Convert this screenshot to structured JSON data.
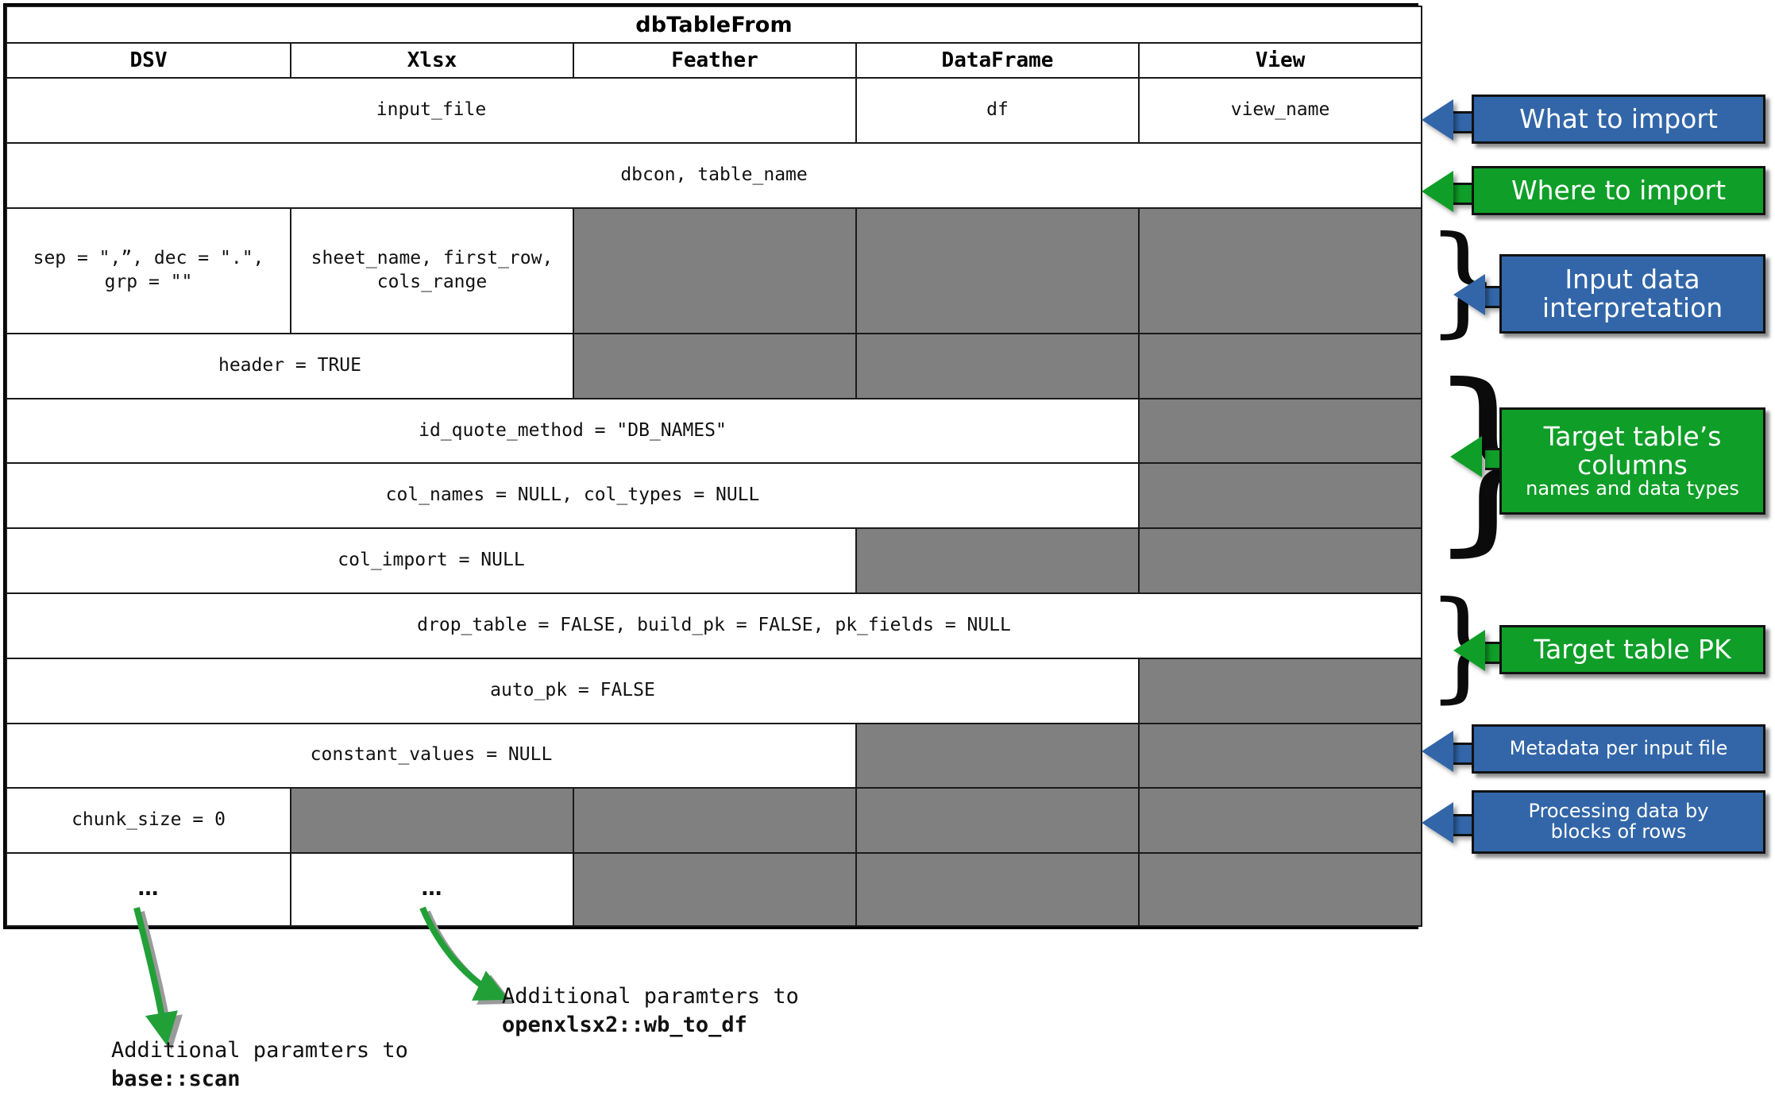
{
  "table": {
    "title": "dbTableFrom",
    "columns": [
      "DSV",
      "Xlsx",
      "Feather",
      "DataFrame",
      "View"
    ],
    "rows": [
      {
        "name": "what-to-import",
        "cells": [
          {
            "text": "input_file",
            "span": 3,
            "shaded": false
          },
          {
            "text": "df",
            "span": 1,
            "shaded": false
          },
          {
            "text": "view_name",
            "span": 1,
            "shaded": false
          }
        ]
      },
      {
        "name": "where-to-import",
        "cells": [
          {
            "text": "dbcon, table_name",
            "span": 5,
            "shaded": false
          }
        ]
      },
      {
        "name": "input-interpretation-1",
        "cells": [
          {
            "text": "sep = \",”, dec = \".\",\ngrp = \"\"",
            "span": 1,
            "shaded": false
          },
          {
            "text": "sheet_name, first_row,\ncols_range",
            "span": 1,
            "shaded": false
          },
          {
            "text": "",
            "span": 1,
            "shaded": true
          },
          {
            "text": "",
            "span": 1,
            "shaded": true
          },
          {
            "text": "",
            "span": 1,
            "shaded": true
          }
        ]
      },
      {
        "name": "input-interpretation-2",
        "cells": [
          {
            "text": "header = TRUE",
            "span": 2,
            "shaded": false
          },
          {
            "text": "",
            "span": 1,
            "shaded": true
          },
          {
            "text": "",
            "span": 1,
            "shaded": true
          },
          {
            "text": "",
            "span": 1,
            "shaded": true
          }
        ]
      },
      {
        "name": "id-quote-method",
        "cells": [
          {
            "text": "id_quote_method = \"DB_NAMES\"",
            "span": 4,
            "shaded": false
          },
          {
            "text": "",
            "span": 1,
            "shaded": true
          }
        ]
      },
      {
        "name": "col-names-types",
        "cells": [
          {
            "text": "col_names = NULL, col_types = NULL",
            "span": 4,
            "shaded": false
          },
          {
            "text": "",
            "span": 1,
            "shaded": true
          }
        ]
      },
      {
        "name": "col-import",
        "cells": [
          {
            "text": "col_import = NULL",
            "span": 3,
            "shaded": false
          },
          {
            "text": "",
            "span": 1,
            "shaded": true
          },
          {
            "text": "",
            "span": 1,
            "shaded": true
          }
        ]
      },
      {
        "name": "drop-table-build-pk",
        "cells": [
          {
            "text": "drop_table = FALSE, build_pk = FALSE, pk_fields = NULL",
            "span": 5,
            "shaded": false
          }
        ]
      },
      {
        "name": "auto-pk",
        "cells": [
          {
            "text": "auto_pk = FALSE",
            "span": 4,
            "shaded": false
          },
          {
            "text": "",
            "span": 1,
            "shaded": true
          }
        ]
      },
      {
        "name": "constant-values",
        "cells": [
          {
            "text": "constant_values = NULL",
            "span": 3,
            "shaded": false
          },
          {
            "text": "",
            "span": 1,
            "shaded": true
          },
          {
            "text": "",
            "span": 1,
            "shaded": true
          }
        ]
      },
      {
        "name": "chunk-size",
        "cells": [
          {
            "text": "chunk_size = 0",
            "span": 1,
            "shaded": false
          },
          {
            "text": "",
            "span": 1,
            "shaded": true
          },
          {
            "text": "",
            "span": 1,
            "shaded": true
          },
          {
            "text": "",
            "span": 1,
            "shaded": true
          },
          {
            "text": "",
            "span": 1,
            "shaded": true
          }
        ]
      },
      {
        "name": "more-params",
        "cells": [
          {
            "text": "…",
            "span": 1,
            "shaded": false,
            "dots": true
          },
          {
            "text": "…",
            "span": 1,
            "shaded": false,
            "dots": true
          },
          {
            "text": "",
            "span": 1,
            "shaded": true
          },
          {
            "text": "",
            "span": 1,
            "shaded": true
          },
          {
            "text": "",
            "span": 1,
            "shaded": true
          }
        ]
      }
    ]
  },
  "callouts": [
    {
      "id": "what-to-import",
      "label": "What to import",
      "sub": "",
      "color": "blue"
    },
    {
      "id": "where-to-import",
      "label": "Where to import",
      "sub": "",
      "color": "green"
    },
    {
      "id": "input-interpretation",
      "label": "Input data\ninterpretation",
      "sub": "",
      "color": "blue"
    },
    {
      "id": "target-columns",
      "label": "Target table’s\ncolumns",
      "sub": "names and data types",
      "color": "green"
    },
    {
      "id": "target-pk",
      "label": "Target table PK",
      "sub": "",
      "color": "green"
    },
    {
      "id": "metadata",
      "label": "Metadata per input file",
      "sub": "",
      "color": "blue"
    },
    {
      "id": "processing",
      "label": "Processing data by\nblocks of rows",
      "sub": "",
      "color": "blue"
    }
  ],
  "notes": [
    {
      "id": "dsv-note",
      "line1": "Additional paramters to",
      "line2": "base::scan"
    },
    {
      "id": "xlsx-note",
      "line1": "Additional paramters to",
      "line2": "openxlsx2::wb_to_df"
    }
  ],
  "colors": {
    "blue": "#3266A8",
    "green": "#0F9E28",
    "shaded_cell": "#808080",
    "arrow_green": "#21A038",
    "border": "#121212"
  }
}
